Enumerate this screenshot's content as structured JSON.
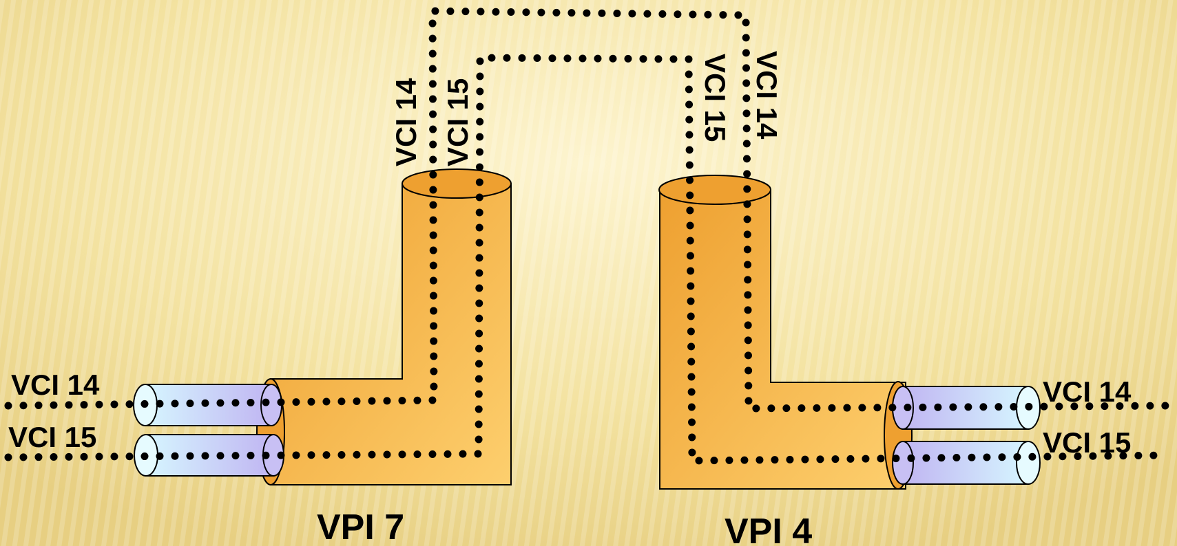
{
  "diagram": {
    "left_path": {
      "vpi_label": "VPI 7",
      "vci_a_label": "VCI 14",
      "vci_b_label": "VCI 15",
      "top_vci_a_label": "VCI 14",
      "top_vci_b_label": "VCI 15"
    },
    "right_path": {
      "vpi_label": "VPI 4",
      "vci_a_label": "VCI 14",
      "vci_b_label": "VCI 15",
      "top_vci_a_label": "VCI 14",
      "top_vci_b_label": "VCI 15"
    }
  },
  "colors": {
    "background": "#f6e7a8",
    "vpi_pipe": "#f5b04a",
    "vci_tube": "#cfe8ff",
    "dots": "#000000"
  }
}
